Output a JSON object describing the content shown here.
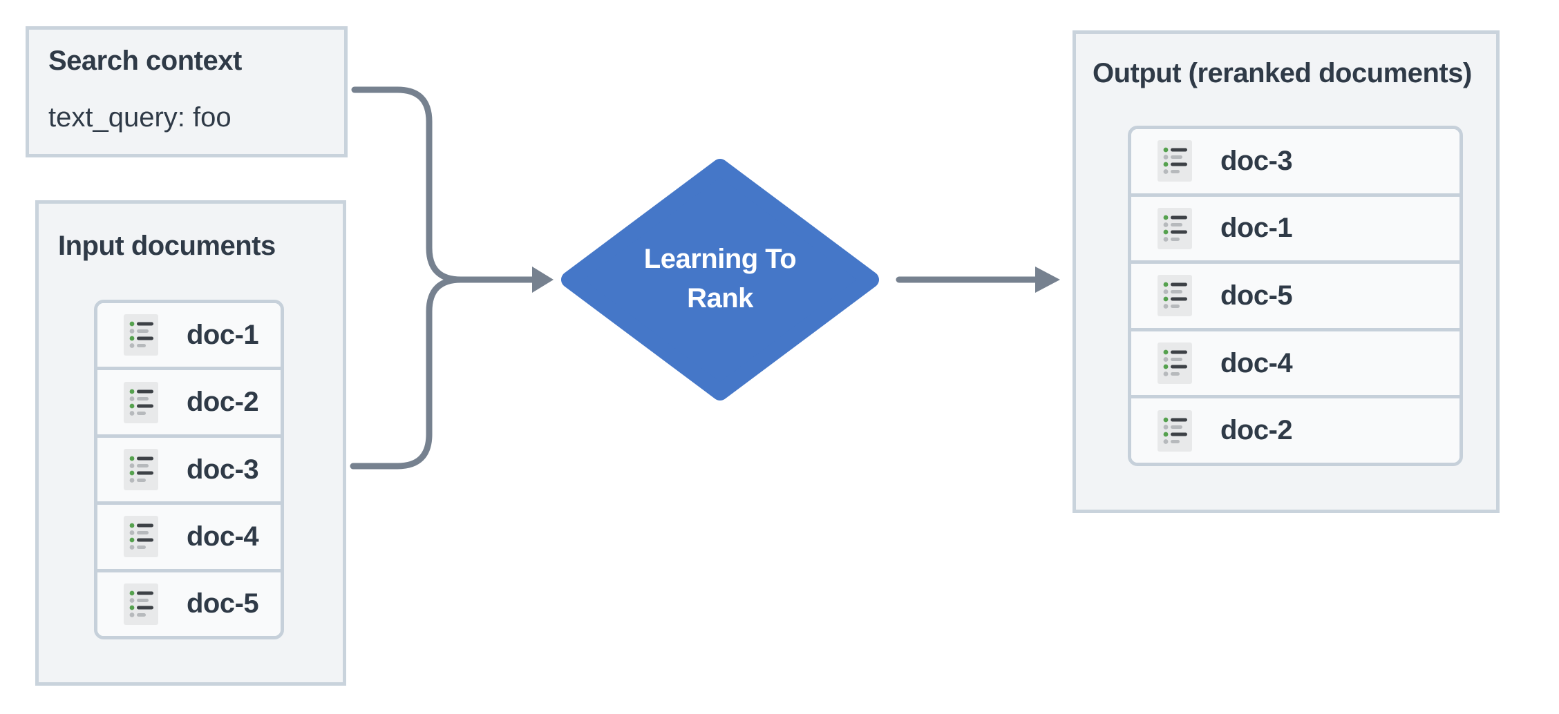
{
  "search_panel": {
    "title": "Search context",
    "query_line": "text_query: foo"
  },
  "input_panel": {
    "title": "Input documents",
    "docs": [
      {
        "label": "doc-1"
      },
      {
        "label": "doc-2"
      },
      {
        "label": "doc-3"
      },
      {
        "label": "doc-4"
      },
      {
        "label": "doc-5"
      }
    ]
  },
  "diamond": {
    "line1": "Learning To",
    "line2": "Rank"
  },
  "output_panel": {
    "title": "Output (reranked documents)",
    "docs": [
      {
        "label": "doc-3"
      },
      {
        "label": "doc-1"
      },
      {
        "label": "doc-5"
      },
      {
        "label": "doc-4"
      },
      {
        "label": "doc-2"
      }
    ]
  },
  "colors": {
    "diamond_fill": "#4577c8",
    "connector": "#76818f",
    "panel_background": "#f2f4f6",
    "panel_border": "#c9d3dc",
    "row_background": "#f9fafb",
    "text": "#2f3a47",
    "icon_green_bullet": "#55a14e",
    "icon_gray": "#b6b9bc",
    "icon_dark_line": "#3d4146"
  }
}
